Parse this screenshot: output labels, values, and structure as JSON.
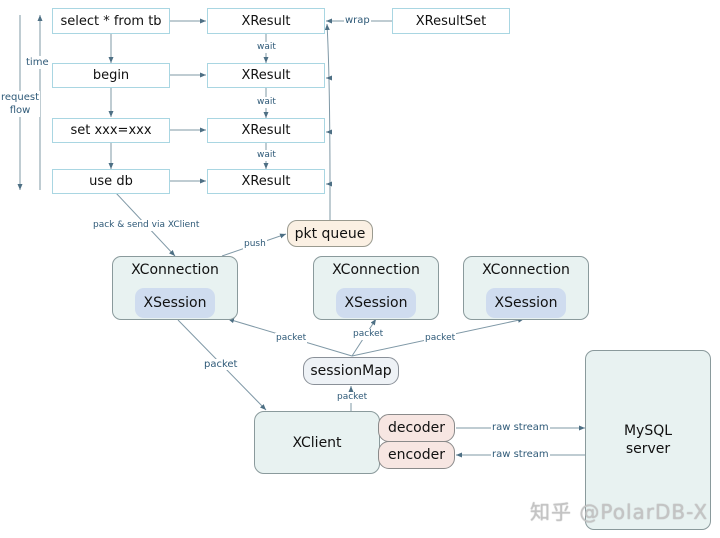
{
  "diagram": {
    "side_labels": {
      "time": "time",
      "request_flow": "request\nflow"
    },
    "requests": [
      "select * from tb",
      "begin",
      "set xxx=xxx",
      "use db"
    ],
    "results": [
      "XResult",
      "XResult",
      "XResult",
      "XResult"
    ],
    "result_set": "XResultSet",
    "wrap_label": "wrap",
    "wait_labels": [
      "wait",
      "wait",
      "wait"
    ],
    "pack_send_label": "pack & send via XClient",
    "push_label": "push",
    "pkt_queue": "pkt queue",
    "connections": [
      {
        "title": "XConnection",
        "session": "XSession"
      },
      {
        "title": "XConnection",
        "session": "XSession"
      },
      {
        "title": "XConnection",
        "session": "XSession"
      }
    ],
    "packet_labels": {
      "to_conn1": "packet",
      "to_conn2": "packet",
      "to_conn3": "packet",
      "conn_to_client": "packet",
      "client_to_map": "packet"
    },
    "session_map": "sessionMap",
    "client": "XClient",
    "decoder": "decoder",
    "encoder": "encoder",
    "raw_stream_labels": [
      "raw stream",
      "raw stream"
    ],
    "server": "MySQL\nserver",
    "watermark": "知乎 @PolarDB-X",
    "colors": {
      "rect_border": "#a9d6e2",
      "arrow": "#5a7a8c",
      "label_text": "#2f5a78",
      "green_fill": "#e8f2f1",
      "session_fill": "#cfdcef",
      "tan_fill": "#fbf0e3",
      "pink_fill": "#f7e6e2"
    }
  }
}
